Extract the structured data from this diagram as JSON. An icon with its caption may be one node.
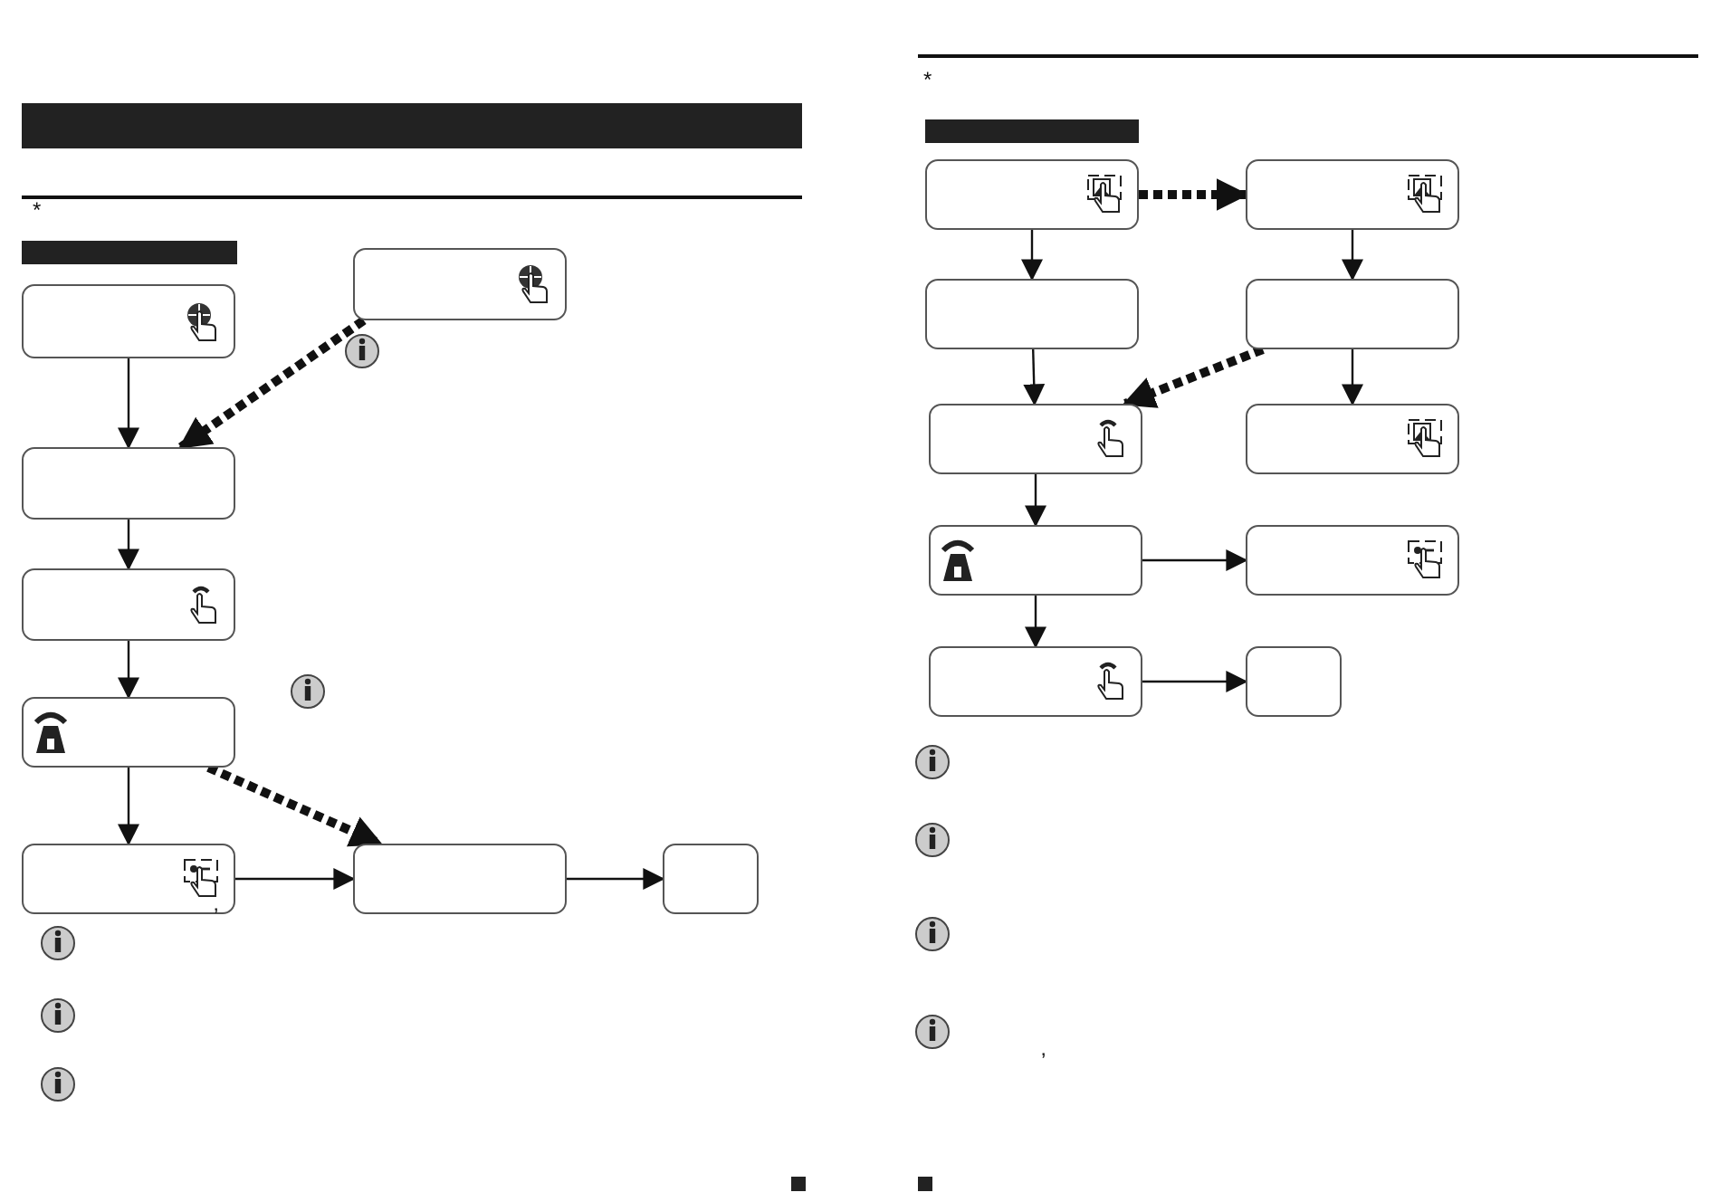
{
  "diagram": {
    "nodes": [
      {
        "text": [],
        "shape": "box"
      },
      {
        "text": [],
        "shape": "box"
      },
      {
        "text": [],
        "shape": "box"
      },
      {
        "text": [],
        "shape": "box"
      },
      {
        "text": [],
        "shape": "box"
      },
      {
        "text": [],
        "shape": "box"
      },
      {
        "text": [],
        "shape": "box"
      },
      {
        "text": [],
        "shape": "box"
      },
      {
        "text": [],
        "shape": "box"
      },
      {
        "text": [],
        "shape": "box"
      },
      {
        "text": [],
        "shape": "box"
      },
      {
        "text": [],
        "shape": "box"
      },
      {
        "text": [],
        "shape": "box"
      },
      {
        "text": [],
        "shape": "box"
      },
      {
        "text": [],
        "shape": "box"
      },
      {
        "text": [],
        "shape": "box"
      },
      {
        "text": [],
        "shape": "box"
      },
      {
        "text": [],
        "shape": "box"
      }
    ],
    "edges": [
      {
        "from": 0,
        "to": 1,
        "arrow": "to"
      },
      {
        "from": 5,
        "to": 1,
        "arrow": "to",
        "style": "dashed"
      },
      {
        "from": 1,
        "to": 2,
        "arrow": "to"
      },
      {
        "from": 2,
        "to": 3,
        "arrow": "to"
      },
      {
        "from": 3,
        "to": 4,
        "arrow": "to"
      },
      {
        "from": 3,
        "to": 6,
        "arrow": "to",
        "style": "dashed"
      },
      {
        "from": 4,
        "to": 6,
        "arrow": "to"
      },
      {
        "from": 6,
        "to": 7,
        "arrow": "to"
      },
      {
        "from": 8,
        "to": 9,
        "arrow": "to",
        "style": "dashed"
      },
      {
        "from": 8,
        "to": 10,
        "arrow": "to"
      },
      {
        "from": 9,
        "to": 11,
        "arrow": "to"
      },
      {
        "from": 10,
        "to": 12,
        "arrow": "to"
      },
      {
        "from": 11,
        "to": 12,
        "arrow": "to",
        "style": "dashed"
      },
      {
        "from": 11,
        "to": 13,
        "arrow": "to"
      },
      {
        "from": 12,
        "to": 14,
        "arrow": "to"
      },
      {
        "from": 14,
        "to": 15,
        "arrow": "to"
      },
      {
        "from": 14,
        "to": 16,
        "arrow": "to"
      },
      {
        "from": 16,
        "to": 17,
        "arrow": "to"
      }
    ],
    "labels": [
      "*",
      "’",
      "*",
      "’"
    ]
  }
}
